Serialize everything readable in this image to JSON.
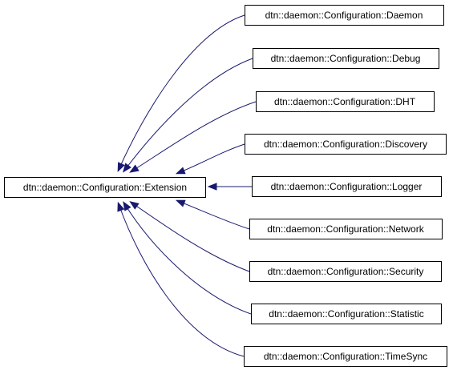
{
  "diagram": {
    "edge_color": "#191970",
    "base_class": {
      "label": "dtn::daemon::Configuration::Extension"
    },
    "derived_classes": [
      {
        "label": "dtn::daemon::Configuration::Daemon"
      },
      {
        "label": "dtn::daemon::Configuration::Debug"
      },
      {
        "label": "dtn::daemon::Configuration::DHT"
      },
      {
        "label": "dtn::daemon::Configuration::Discovery"
      },
      {
        "label": "dtn::daemon::Configuration::Logger"
      },
      {
        "label": "dtn::daemon::Configuration::Network"
      },
      {
        "label": "dtn::daemon::Configuration::Security"
      },
      {
        "label": "dtn::daemon::Configuration::Statistic"
      },
      {
        "label": "dtn::daemon::Configuration::TimeSync"
      }
    ]
  }
}
